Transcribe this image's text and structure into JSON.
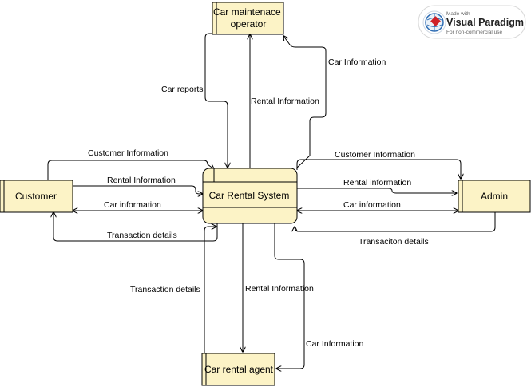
{
  "diagram": {
    "entities": {
      "customer": "Customer",
      "admin": "Admin",
      "maintenance_operator": "Car maintenace operator",
      "rental_agent": "Car rental agent"
    },
    "process": "Car Rental System",
    "flows": {
      "customer_information_left": "Customer Information",
      "rental_information_left": "Rental Information",
      "car_information_left": "Car information",
      "transaction_details_left": "Transaction details",
      "customer_information_right": "Customer Information",
      "rental_information_right": "Rental information",
      "car_information_right": "Car information",
      "transaction_details_right": "Transaciton details",
      "car_reports": "Car reports",
      "rental_information_top": "Rental Information",
      "car_information_top": "Car Information",
      "transaction_details_bottom": "Transaction details",
      "rental_information_bottom": "Rental Information",
      "car_information_bottom": "Car Information"
    },
    "colors": {
      "entity_fill": "#fcf3c6",
      "process_fill": "#fcf3c6",
      "stroke": "#000000"
    }
  },
  "watermark": {
    "made_with": "Made with",
    "brand": "Visual Paradigm",
    "note": "For non-commercial use"
  }
}
